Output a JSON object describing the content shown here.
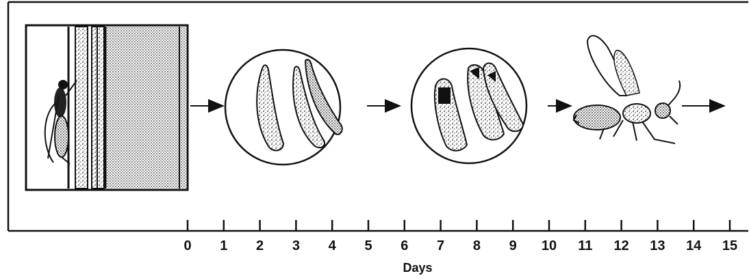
{
  "diagram": {
    "axis": {
      "title": "Days",
      "ticks": [
        "0",
        "1",
        "2",
        "3",
        "4",
        "5",
        "6",
        "7",
        "8",
        "9",
        "10",
        "11",
        "12",
        "13",
        "14",
        "15"
      ]
    },
    "stages": [
      {
        "icon": "wasp-ovipositing-on-bark-icon"
      },
      {
        "icon": "eggs-or-young-larvae-icon"
      },
      {
        "icon": "mature-larvae-icon"
      },
      {
        "icon": "adult-wasp-icon"
      }
    ],
    "arrows": 4
  }
}
